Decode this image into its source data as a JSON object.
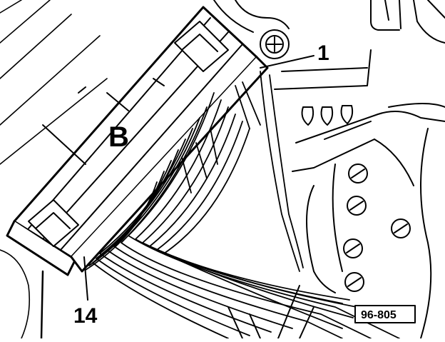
{
  "labels": {
    "module": "B",
    "callout_1": "1",
    "callout_14": "14"
  },
  "reference_code": "96-805",
  "colors": {
    "ink": "#000000",
    "paper": "#ffffff"
  }
}
